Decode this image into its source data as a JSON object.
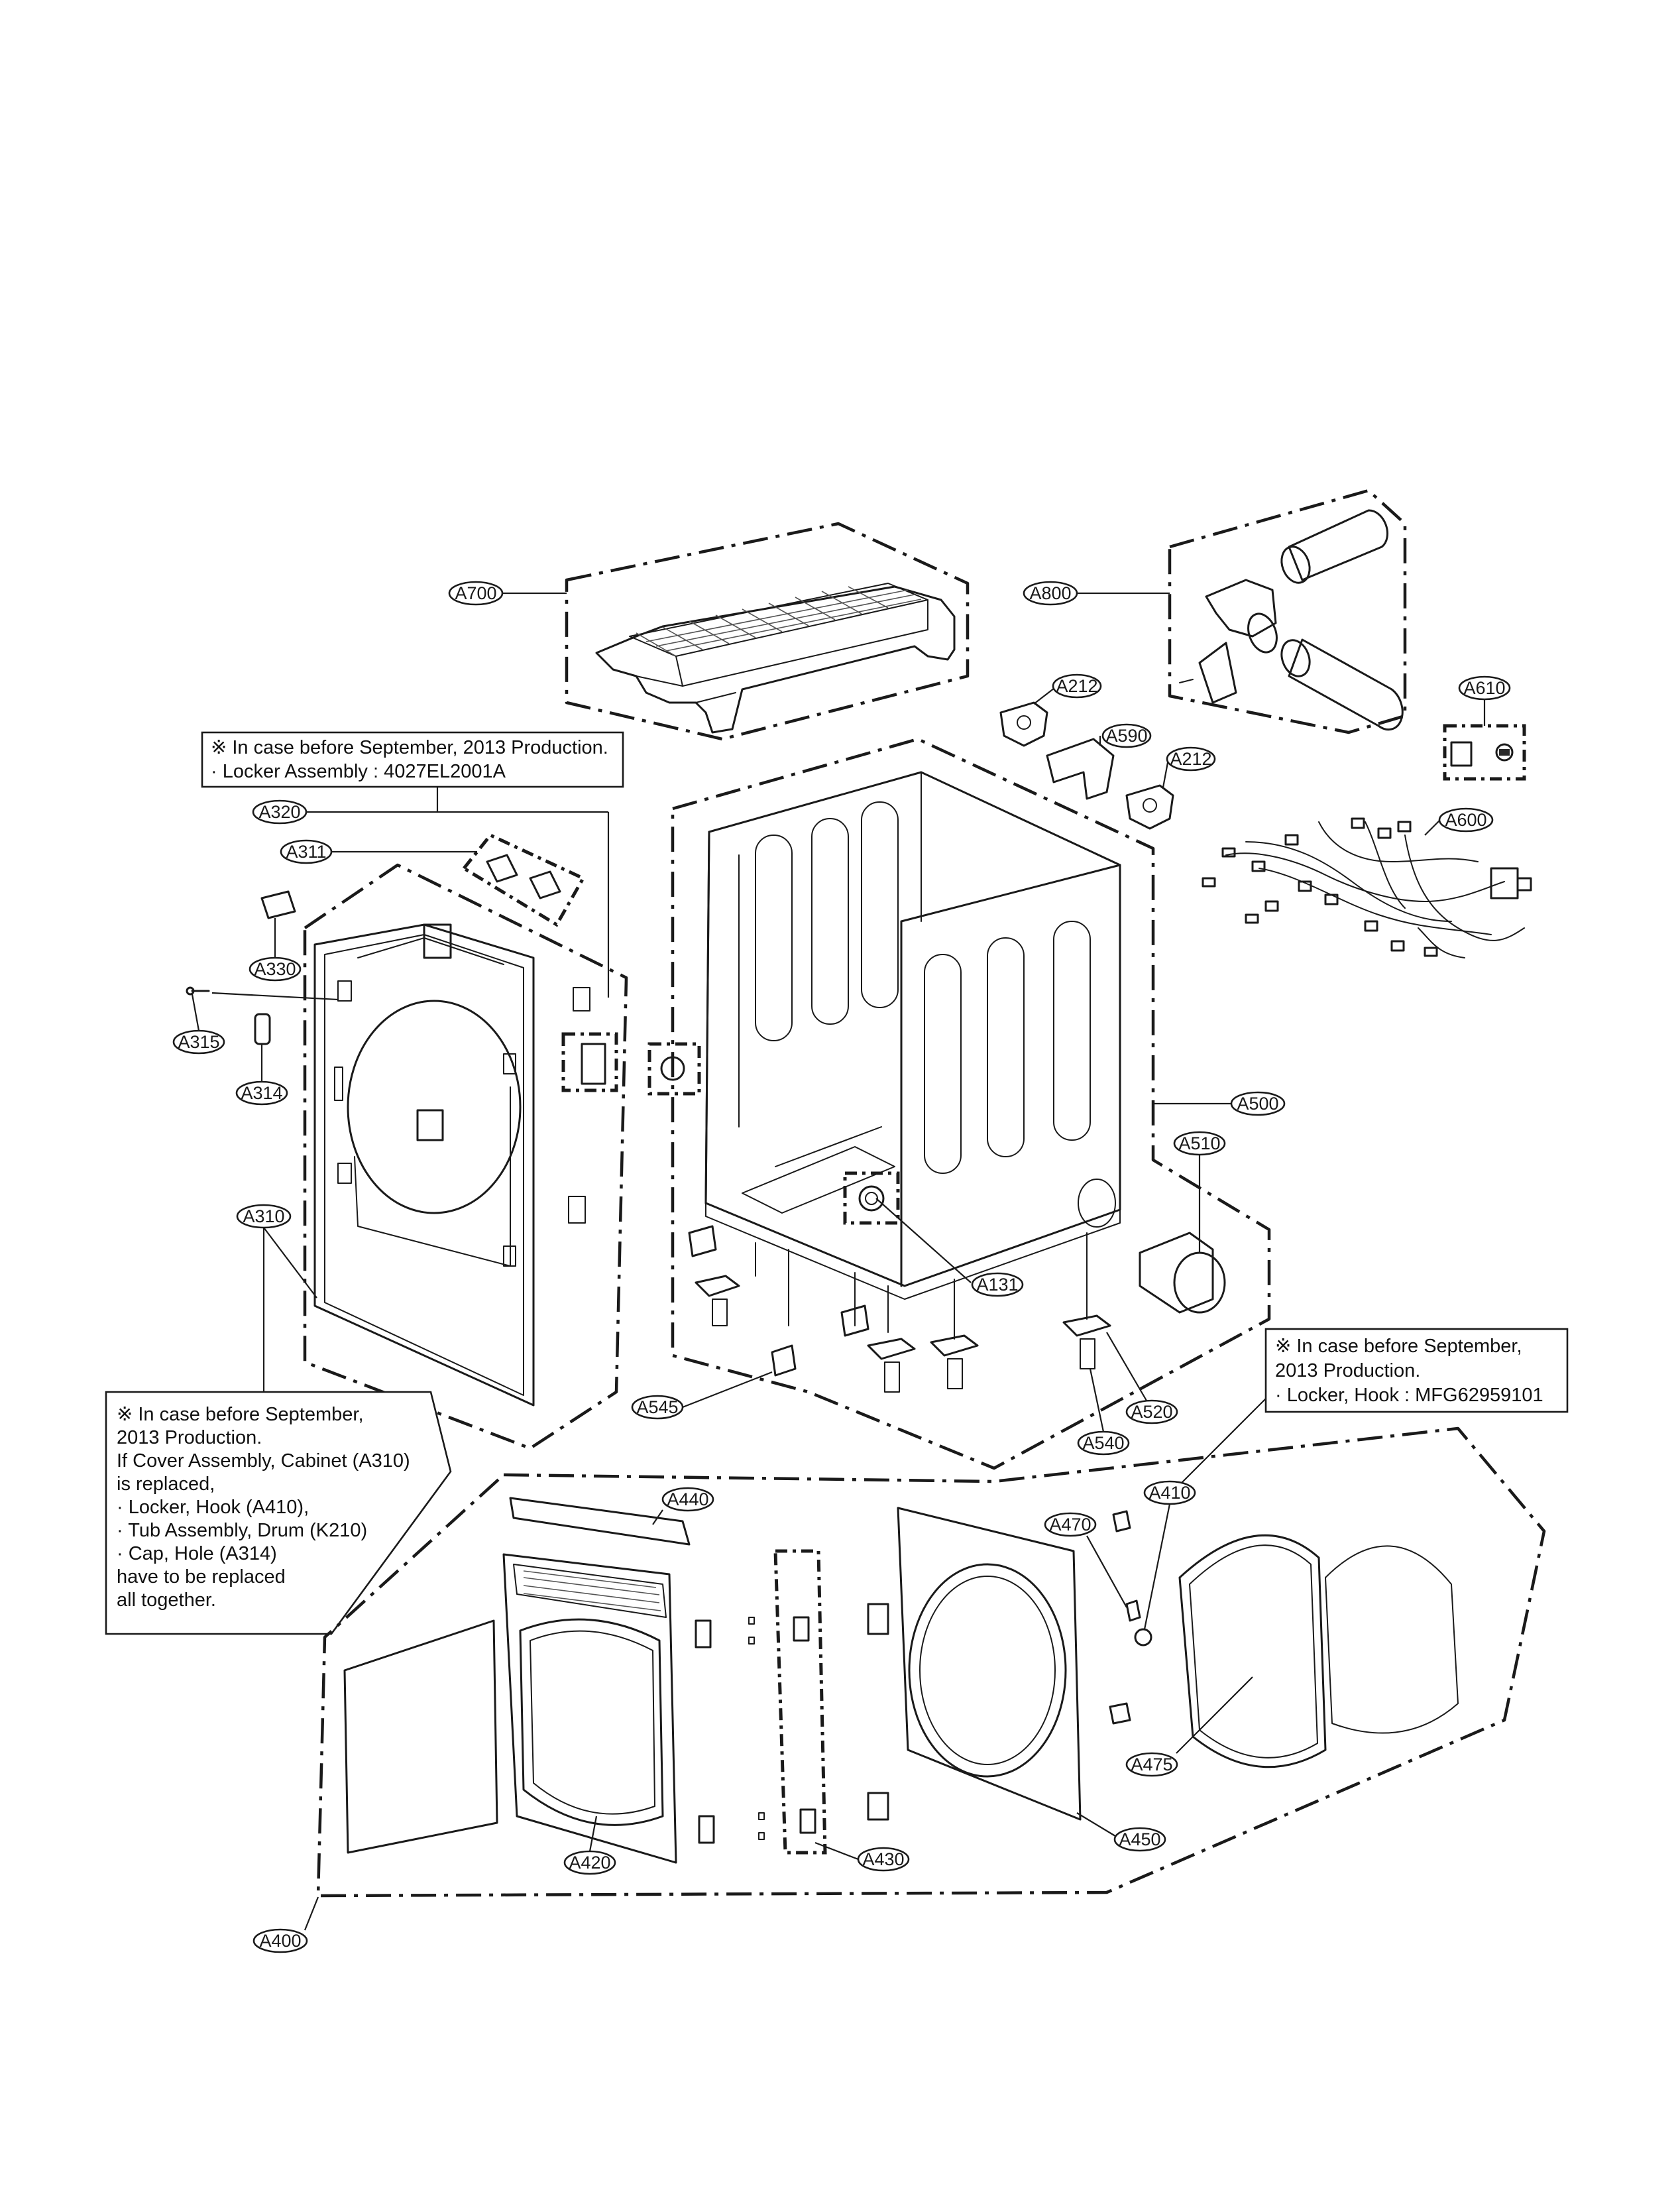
{
  "labels": {
    "a700": "A700",
    "a800": "A800",
    "a212_top": "A212",
    "a212_bottom": "A212",
    "a590": "A590",
    "a610": "A610",
    "a600": "A600",
    "a320": "A320",
    "a311": "A311",
    "a330": "A330",
    "a315": "A315",
    "a314": "A314",
    "a310": "A310",
    "a500": "A500",
    "a510": "A510",
    "a131": "A131",
    "a545": "A545",
    "a520": "A520",
    "a540": "A540",
    "a410": "A410",
    "a440": "A440",
    "a470": "A470",
    "a475": "A475",
    "a420": "A420",
    "a430": "A430",
    "a450": "A450",
    "a400": "A400"
  },
  "notes": {
    "locker_assembly": {
      "line1": "※ In case before September, 2013 Production.",
      "line2": "·  Locker Assembly : 4027EL2001A"
    },
    "locker_hook": {
      "line1": "※ In case before September,",
      "line2": "2013 Production.",
      "line3": "·  Locker, Hook : MFG62959101"
    },
    "cover_assembly": {
      "line1": "※ In case before September,",
      "line2": "2013 Production.",
      "line3": "If Cover Assembly, Cabinet (A310)",
      "line4": "is replaced,",
      "line5": "·  Locker, Hook (A410),",
      "line6": "·  Tub Assembly, Drum (K210)",
      "line7": "·  Cap, Hole (A314)",
      "line8": "have to be replaced",
      "line9": "all together."
    }
  }
}
